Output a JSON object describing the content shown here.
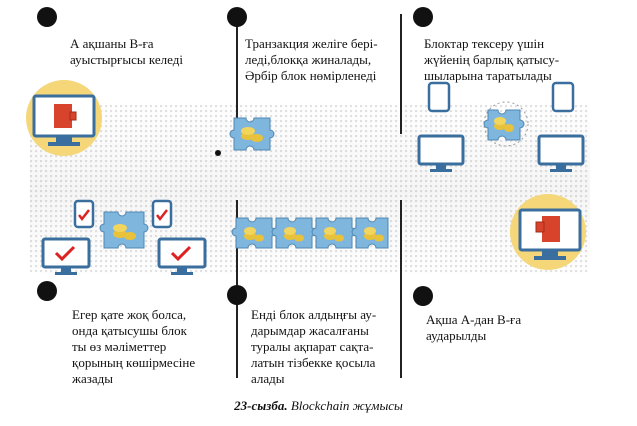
{
  "steps": [
    {
      "text": "А ақшаны В-ға\nауыстырғысы келеді"
    },
    {
      "text": "Транзакция желіге бері-\nледі,блокқа жиналады,\nӘрбір блок нөмірленеді"
    },
    {
      "text": "Блоктар тексеру үшін\nжүйенің барлық қатысу-\nшыларына таратылады"
    },
    {
      "text": "Егер қате жоқ болса,\nонда қатысушы блок\nты өз мәліметтер\nқорының көшірмесіне\nжазады"
    },
    {
      "text": "Енді блок алдыңғы ау-\nдарымдар жасалғаны\nтуралы ақпарат сақта-\nлатын тізбекке қосыла\nалады"
    },
    {
      "text": "Ақша А-дан В-ға\nаударылды"
    }
  ],
  "caption": {
    "number": "23-сызба.",
    "title": "Blockchain жұмысы"
  },
  "colors": {
    "accent_yellow": "#f5d77a",
    "block_blue": "#7fb6dd",
    "coin": "#e8c23a",
    "wallet_red": "#d8432b",
    "check_red": "#d22"
  }
}
